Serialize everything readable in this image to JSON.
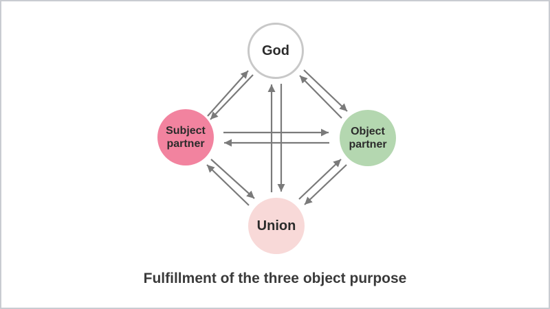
{
  "slide": {
    "background_color": "#ffffff",
    "border_color": "#c9ccd1",
    "caption": "Fulfillment of the three object purpose",
    "caption_color": "#3a3a3a"
  },
  "diagram": {
    "arrow_color": "#7a7a7a",
    "nodes": {
      "god": {
        "label": "God",
        "fill": "#ffffff",
        "border_color": "#c8c8c8",
        "text_color": "#2b2b2b"
      },
      "subject": {
        "label": "Subject partner",
        "fill": "#f2839f",
        "text_color": "#2b2b2b"
      },
      "object": {
        "label": "Object partner",
        "fill": "#b4d7b0",
        "text_color": "#2b2b2b"
      },
      "union": {
        "label": "Union",
        "fill": "#f8d9d8",
        "text_color": "#2b2b2b"
      }
    },
    "connections": [
      {
        "from": "god",
        "to": "subject",
        "bidirectional": true
      },
      {
        "from": "god",
        "to": "object",
        "bidirectional": true
      },
      {
        "from": "god",
        "to": "union",
        "bidirectional": true
      },
      {
        "from": "subject",
        "to": "object",
        "bidirectional": true
      },
      {
        "from": "subject",
        "to": "union",
        "bidirectional": true
      },
      {
        "from": "object",
        "to": "union",
        "bidirectional": true
      }
    ]
  }
}
